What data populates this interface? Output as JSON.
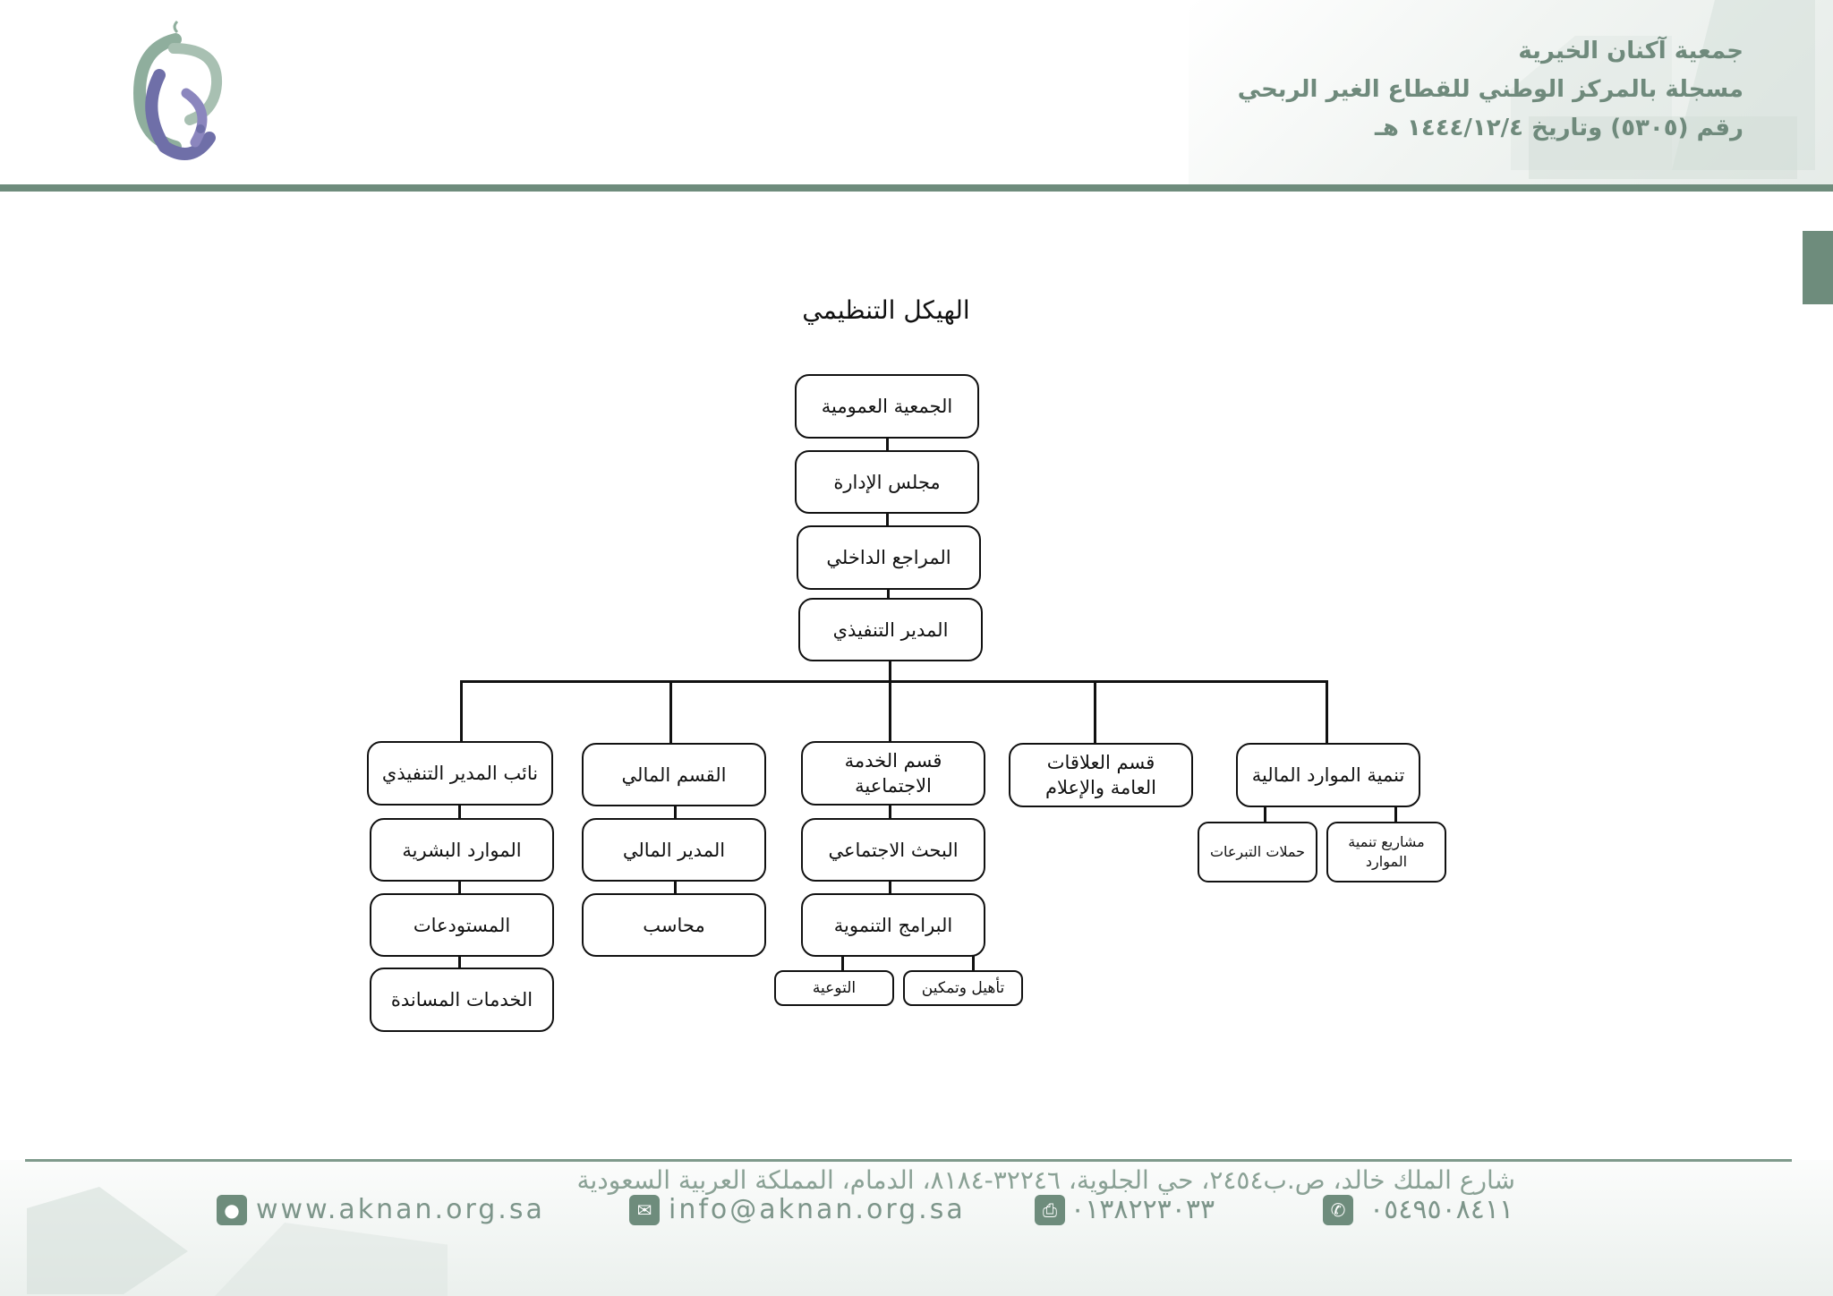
{
  "header": {
    "org_name": "جمعية آكنان الخيرية",
    "registration_line": "مسجلة بالمركز الوطني للقطاع الغير الربحي",
    "registration_number": "رقم (٥٣٠٥) وتاريخ ١٤٤٤/١٢/٤ هـ"
  },
  "chart": {
    "title": "الهيكل التنظيمي",
    "general_assembly": "الجمعية العمومية",
    "board": "مجلس الإدارة",
    "internal_auditor": "المراجع الداخلي",
    "executive_director": "المدير التنفيذي",
    "departments": {
      "deputy": "نائب المدير التنفيذي",
      "finance": "القسم المالي",
      "social": "قسم الخدمة الاجتماعية",
      "pr": "قسم العلاقات العامة والإعلام",
      "resources": "تنمية الموارد المالية"
    },
    "deputy_units": [
      "الموارد البشرية",
      "المستودعات",
      "الخدمات المساندة"
    ],
    "finance_units": [
      "المدير المالي",
      "محاسب"
    ],
    "social_units": [
      "البحث الاجتماعي",
      "البرامج التنموية"
    ],
    "program_units": [
      "التوعية",
      "تأهيل وتمكين"
    ],
    "resource_units": [
      "حملات التبرعات",
      "مشاريع تنمية الموارد"
    ]
  },
  "footer": {
    "address": "شارع الملك خالد، ص.ب٢٤٥٤، حي الجلوية، ٣٢٢٤٦-٨١٨٤، الدمام، المملكة العربية السعودية",
    "website": "www.aknan.org.sa",
    "email": "info@aknan.org.sa",
    "fax": "٠١٣٨٢٢٣٠٣٣",
    "phone": "٠٥٤٩٥٠٨٤١١"
  },
  "colors": {
    "accent": "#6e8c7c",
    "logo_purple": "#6f6fa8",
    "logo_green": "#8fae9d"
  },
  "icons": [
    "globe-icon",
    "mail-icon",
    "fax-icon",
    "phone-icon"
  ]
}
